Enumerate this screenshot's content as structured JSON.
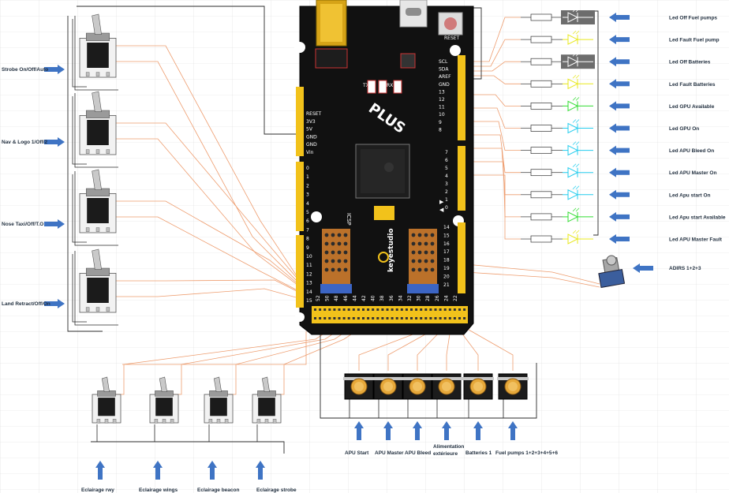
{
  "colors": {
    "wire_black": "#2b2b2b",
    "wire_orange": "#ee9d6f",
    "board": "#111111",
    "header": "#f2c21b",
    "arrow": "#3f74c4",
    "ph_grey": "#777777"
  },
  "toggles_left": [
    {
      "label": "Strobe On/Off/Auto"
    },
    {
      "label": "Nav & Logo 1/Off/2"
    },
    {
      "label": "Nose Taxi/Off/T.O"
    },
    {
      "label": "Land Retract/Off/On"
    }
  ],
  "toggles_bottom": [
    {
      "label": "Eclairage rwy"
    },
    {
      "label": "Eclairage wings"
    },
    {
      "label": "Eclairage beacon"
    },
    {
      "label": "Eclairage strobe"
    }
  ],
  "buttons_bottom": [
    {
      "label": "APU Start"
    },
    {
      "label": "APU Master"
    },
    {
      "label": "APU Bleed"
    },
    {
      "label": "Alimentation extérieure"
    },
    {
      "label": "Batteries 1"
    },
    {
      "label": "Fuel pumps 1+2+3+4+5+6"
    }
  ],
  "leds": [
    {
      "label": "Led Off Fuel pumps",
      "color": "#777777"
    },
    {
      "label": "Led Fault Fuel pump",
      "color": "#e8e81c"
    },
    {
      "label": "Led Off Batteries",
      "color": "#777777"
    },
    {
      "label": "Led Fault Batteries",
      "color": "#e8e81c"
    },
    {
      "label": "Led GPU Available",
      "color": "#33dd33"
    },
    {
      "label": "Led GPU On",
      "color": "#22ccee"
    },
    {
      "label": "Led APU Bleed On",
      "color": "#22ccee"
    },
    {
      "label": "Led APU Master On",
      "color": "#22ccee"
    },
    {
      "label": "Led Apu start On",
      "color": "#22ccee"
    },
    {
      "label": "Led Apu start Available",
      "color": "#33dd33"
    },
    {
      "label": "Led APU Master Fault",
      "color": "#e8e81c"
    }
  ],
  "adirs": {
    "label": "ADIRS 1+2+3"
  },
  "board": {
    "brand": "keyestudio",
    "edition": "PLUS",
    "reset": "RESET",
    "icsp": "ICSP",
    "tx": "TX",
    "rx": "RX",
    "power_pins": [
      "RESET",
      "3V3",
      "5V",
      "GND",
      "GND",
      "Vin"
    ],
    "analog_pins": [
      "0",
      "1",
      "2",
      "3",
      "4",
      "5",
      "6",
      "7",
      "8",
      "9",
      "10",
      "11",
      "12",
      "13",
      "14",
      "15"
    ],
    "right_top_pins": [
      "SCL",
      "SDA",
      "AREF",
      "GND",
      "13",
      "12",
      "11",
      "10",
      "9",
      "8"
    ],
    "right_mid_pins": [
      "7",
      "6",
      "5",
      "4",
      "3",
      "2",
      "1",
      "0"
    ],
    "right_bot_pins": [
      "14",
      "15",
      "16",
      "17",
      "18",
      "19",
      "20",
      "21"
    ],
    "bottom_pins": [
      "52",
      "50",
      "48",
      "46",
      "44",
      "42",
      "40",
      "38",
      "36",
      "34",
      "32",
      "30",
      "28",
      "26",
      "24",
      "22"
    ],
    "tx_arrow": "▶",
    "rx_arrow": "◀"
  }
}
